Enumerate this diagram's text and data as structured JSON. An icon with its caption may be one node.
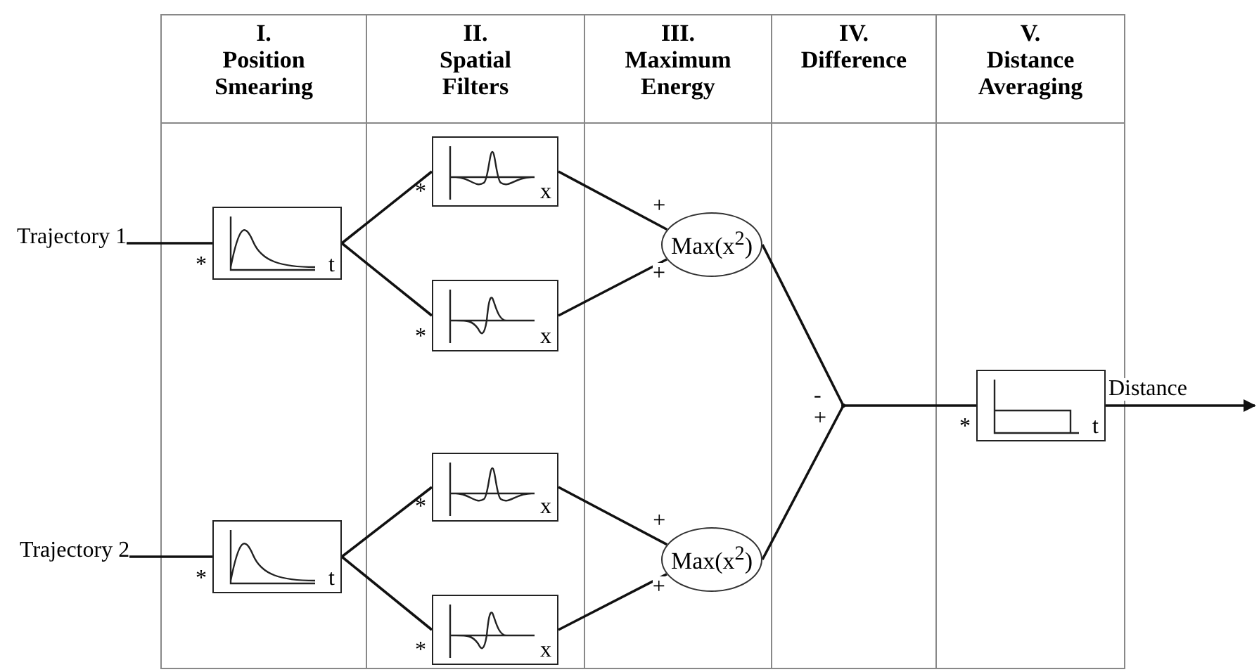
{
  "diagram": {
    "nodes": [
      {
        "text": [
          "I. Position Smearing"
        ]
      },
      {
        "text": [
          "II. Spatial Filters"
        ]
      },
      {
        "text": [
          "III. Maximum Energy"
        ]
      },
      {
        "text": [
          "IV. Difference"
        ]
      },
      {
        "text": [
          "V. Distance Averaging"
        ]
      },
      {
        "text": [
          "t"
        ],
        "in": 0,
        "beside": [
          "*"
        ]
      },
      {
        "text": [
          "t"
        ],
        "in": 0,
        "beside": [
          "*"
        ]
      },
      {
        "text": [
          "x"
        ],
        "in": 1,
        "beside": [
          "*"
        ]
      },
      {
        "text": [
          "x"
        ],
        "in": 1,
        "beside": [
          "*"
        ]
      },
      {
        "text": [
          "x"
        ],
        "in": 1,
        "beside": [
          "*"
        ]
      },
      {
        "text": [
          "x"
        ],
        "in": 1,
        "beside": [
          "*"
        ]
      },
      {
        "text": [
          "Max(x$^{2}$)"
        ],
        "in": 2
      },
      {
        "text": [
          "Max(x$^{2}$)"
        ],
        "in": 2
      },
      {
        "text": [],
        "shape": "point",
        "in": 3
      },
      {
        "text": [
          "t"
        ],
        "in": 4,
        "beside": [
          "*"
        ]
      }
    ],
    "edges": [
      {
        "from": null,
        "to": 5,
        "arrow": "none",
        "label": "Trajectory 1"
      },
      {
        "from": null,
        "to": 6,
        "arrow": "none",
        "label": "Trajectory 2"
      },
      {
        "from": 5,
        "to": 7,
        "arrow": "none"
      },
      {
        "from": 5,
        "to": 8,
        "arrow": "none"
      },
      {
        "from": 6,
        "to": 9,
        "arrow": "none"
      },
      {
        "from": 6,
        "to": 10,
        "arrow": "none"
      },
      {
        "from": 7,
        "to": 11,
        "arrow": "none",
        "label": "+"
      },
      {
        "from": 8,
        "to": 11,
        "arrow": "none",
        "label": "+"
      },
      {
        "from": 9,
        "to": 12,
        "arrow": "none",
        "label": "+"
      },
      {
        "from": 10,
        "to": 12,
        "arrow": "none",
        "label": "+"
      },
      {
        "from": 11,
        "to": 13,
        "arrow": "none",
        "label": "-"
      },
      {
        "from": 12,
        "to": 13,
        "arrow": "none",
        "label": "+"
      },
      {
        "from": 13,
        "to": 14,
        "arrow": "none"
      },
      {
        "from": 14,
        "to": null,
        "arrow": "to",
        "label": "Distance"
      }
    ]
  }
}
